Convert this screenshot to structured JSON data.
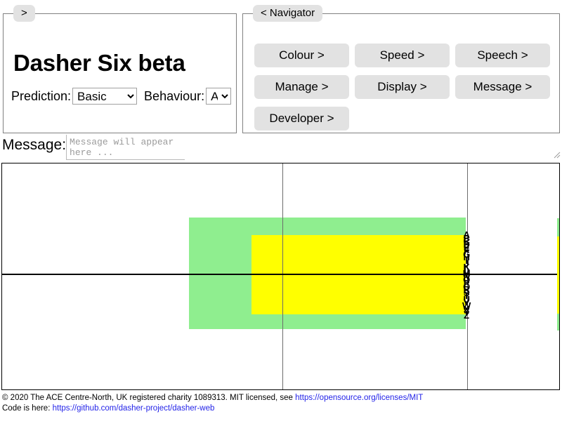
{
  "main_panel": {
    "legend_label": ">",
    "title": "Dasher Six beta",
    "prediction_label": "Prediction:",
    "prediction_value": "Basic",
    "prediction_options": [
      "Basic"
    ],
    "behaviour_label": "Behaviour:",
    "behaviour_value": "A",
    "behaviour_options": [
      "A"
    ]
  },
  "navigator_panel": {
    "legend_label": "< Navigator",
    "buttons": [
      {
        "label": "Colour >"
      },
      {
        "label": "Speed >"
      },
      {
        "label": "Speech >"
      },
      {
        "label": "Manage >"
      },
      {
        "label": "Display >"
      },
      {
        "label": "Message >"
      },
      {
        "label": "Developer >"
      }
    ]
  },
  "message": {
    "label": "Message:",
    "value": "",
    "placeholder": "Message will appear here ..."
  },
  "canvas": {
    "letters": "ABCDEFGHIJKLMNOPQRSTUVWXYZ",
    "colors": {
      "green": "#8FEE8F",
      "yellow": "#FFFF00",
      "gridline": "#6D6D6D",
      "crosshair": "#000000",
      "border": "#000000"
    }
  },
  "footer": {
    "line1_prefix": "© 2020 The ACE Centre-North, UK registered charity 1089313. MIT licensed, see ",
    "line1_link": "https://opensource.org/licenses/MIT",
    "line2_prefix": "Code is here: ",
    "line2_link": "https://github.com/dasher-project/dasher-web"
  }
}
